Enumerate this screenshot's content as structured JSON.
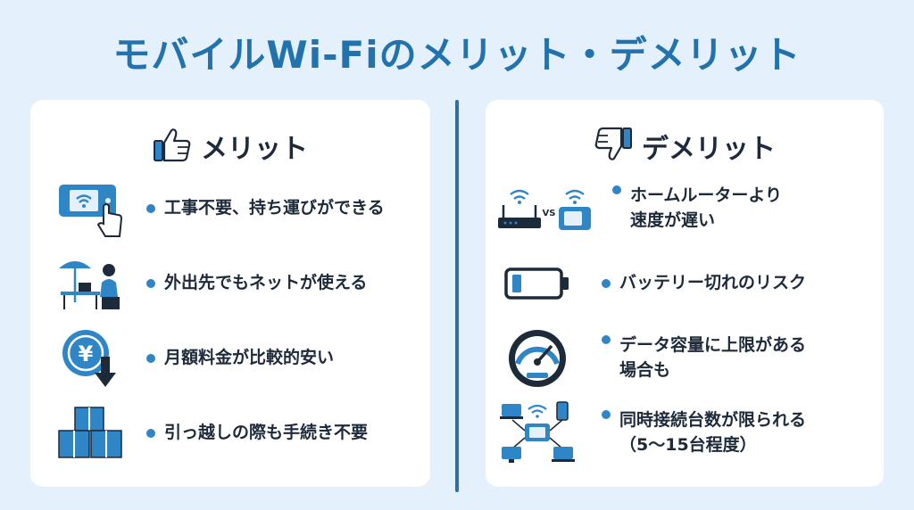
{
  "title": "モバイルWi-Fiのメリット・デメリット",
  "merits": {
    "heading": "メリット",
    "items": [
      {
        "icon": "tablet-hand-icon",
        "text": "工事不要、持ち運びができる"
      },
      {
        "icon": "cafe-laptop-icon",
        "text": "外出先でもネットが使える"
      },
      {
        "icon": "yen-down-icon",
        "text": "月額料金が比較的安い"
      },
      {
        "icon": "moving-boxes-icon",
        "text": "引っ越しの際も手続き不要"
      }
    ]
  },
  "demerits": {
    "heading": "デメリット",
    "items": [
      {
        "icon": "router-vs-mobile-icon",
        "vs": "VS",
        "lines": [
          "ホームルーターより",
          "速度が遅い"
        ]
      },
      {
        "icon": "low-battery-icon",
        "lines": [
          "バッテリー切れのリスク"
        ]
      },
      {
        "icon": "speedometer-icon",
        "lines": [
          "データ容量に上限がある",
          "場合も"
        ]
      },
      {
        "icon": "multi-device-icon",
        "lines": [
          "同時接続台数が限られる",
          "（5〜15台程度）"
        ]
      }
    ]
  },
  "colors": {
    "accent": "#2272ae",
    "background": "#e4f0fb",
    "icon_blue": "#2f86c6",
    "dark": "#1d2a3a"
  }
}
